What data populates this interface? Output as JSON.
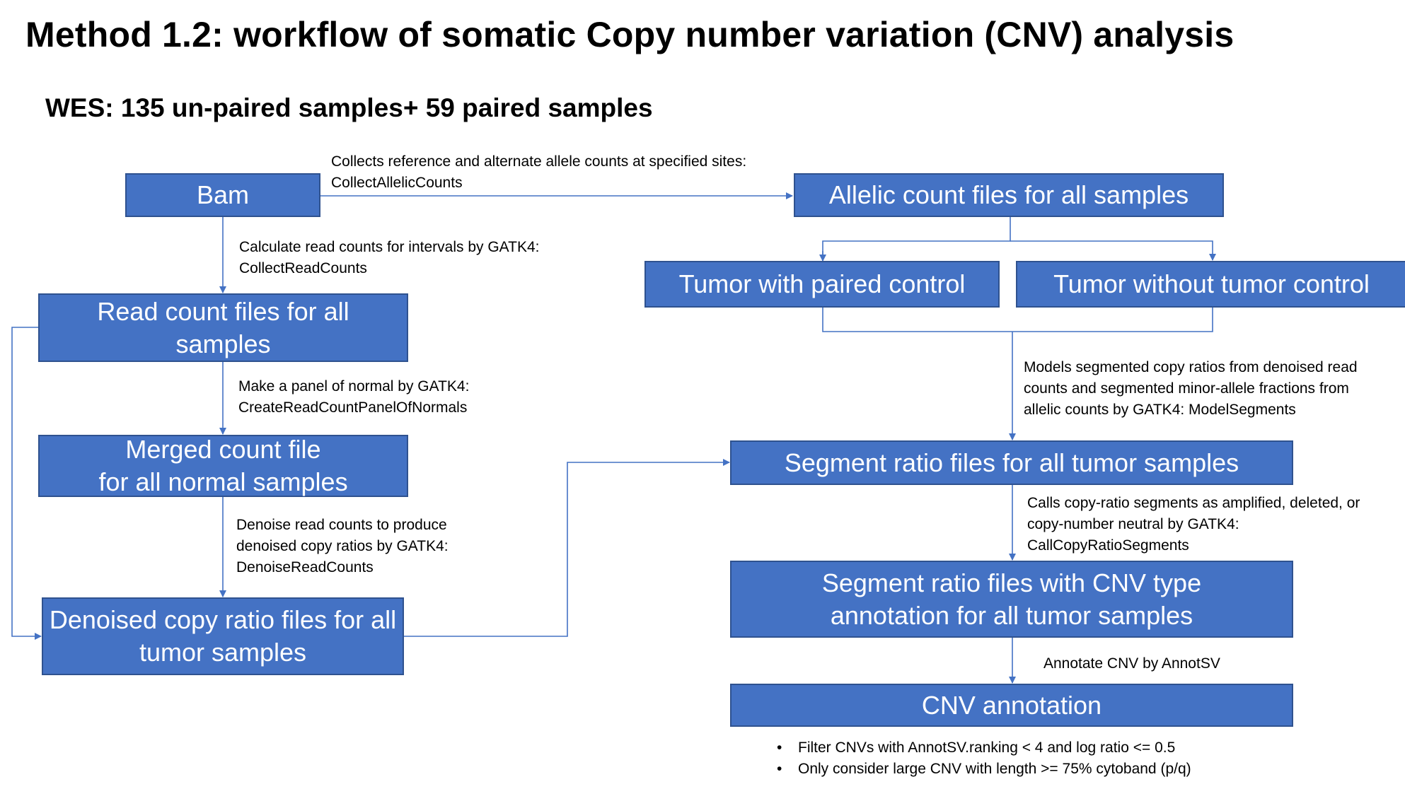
{
  "title": "Method 1.2: workflow of somatic Copy number variation (CNV) analysis",
  "subtitle": "WES: 135 un-paired samples+ 59 paired samples",
  "boxes": {
    "bam": "Bam",
    "allelic": "Allelic count files for all samples",
    "paired": "Tumor with paired control",
    "unpaired": "Tumor without tumor control",
    "readcount": "Read count files for all\nsamples",
    "merged": "Merged count file\nfor all normal samples",
    "denoised": "Denoised copy ratio files for all\ntumor samples",
    "segment": "Segment ratio files for all tumor samples",
    "segment_cnv": "Segment ratio files with CNV type\nannotation for all tumor samples",
    "cnv_annotation": "CNV annotation"
  },
  "notes": {
    "collect_allelic": "Collects reference and alternate allele counts at specified sites:\nCollectAllelicCounts",
    "collect_read": "Calculate read counts for intervals by GATK4:\nCollectReadCounts",
    "panel": "Make a panel of normal by GATK4:\nCreateReadCountPanelOfNormals",
    "denoise": "Denoise read counts to produce\ndenoised copy ratios by GATK4:\nDenoiseReadCounts",
    "model": "Models segmented copy ratios from denoised read\ncounts and segmented minor-allele fractions from\nallelic counts by GATK4: ModelSegments",
    "call": "Calls copy-ratio segments as amplified, deleted, or\ncopy-number neutral by GATK4:\nCallCopyRatioSegments",
    "annotate": "Annotate CNV by AnnotSV"
  },
  "bullets": [
    "Filter CNVs with AnnotSV.ranking < 4 and log ratio <= 0.5",
    " Only consider large CNV with length >= 75% cytoband (p/q)"
  ],
  "colors": {
    "box_fill": "#4472c4",
    "box_border": "#2f528f",
    "arrow": "#4472c4"
  }
}
